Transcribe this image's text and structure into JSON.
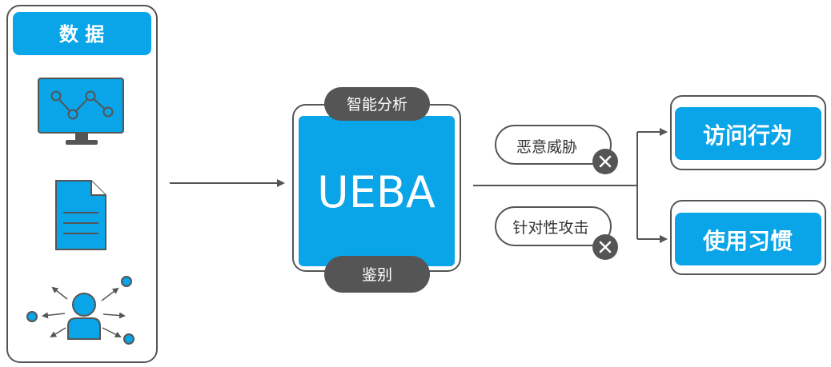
{
  "data_panel": {
    "title": "数 据"
  },
  "ueba": {
    "title": "UEBA",
    "top_tag": "智能分析",
    "bottom_tag": "鉴别"
  },
  "threats": [
    {
      "label": "恶意威胁",
      "badge_icon": "x-icon"
    },
    {
      "label": "针对性攻击",
      "badge_icon": "x-icon"
    }
  ],
  "outputs": [
    {
      "label": "访问行为"
    },
    {
      "label": "使用习惯"
    }
  ],
  "colors": {
    "blue": "#0aa4e8",
    "dark": "#555555",
    "outline": "#555555",
    "line": "#555555",
    "white": "#ffffff"
  }
}
